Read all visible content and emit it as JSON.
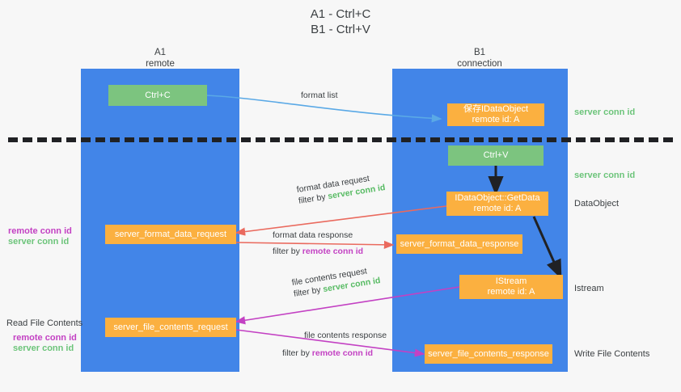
{
  "title": {
    "line1": "A1 - Ctrl+C",
    "line2": "B1 - Ctrl+V"
  },
  "columns": [
    {
      "name": "A1",
      "sub": "remote"
    },
    {
      "name": "B1",
      "sub": "connection"
    }
  ],
  "colors": {
    "lane": "#4285e8",
    "green_box": "#7cc47f",
    "orange_box": "#fbb040",
    "server_conn_id": "#57bb63",
    "remote_conn_id": "#c341c3",
    "divider": "#202124",
    "arrow_blue": "#5aa9e6",
    "arrow_red": "#ea6a5e",
    "arrow_black": "#202124",
    "arrow_magenta": "#c341c3"
  },
  "nodes": {
    "ctrl_c": {
      "label": "Ctrl+C"
    },
    "ctrl_v": {
      "label": "Ctrl+V"
    },
    "save_dataobject": {
      "line1": "保存IDataObject",
      "line2": "remote id: A"
    },
    "getdata": {
      "line1": "IDataObject::GetData",
      "line2": "remote id: A"
    },
    "istream": {
      "line1": "IStream",
      "line2": "remote id: A"
    },
    "server_format_data_request": {
      "label": "server_format_data_request"
    },
    "server_format_data_response": {
      "label": "server_format_data_response"
    },
    "server_file_contents_request": {
      "label": "server_file_contents_request"
    },
    "server_file_contents_response": {
      "label": "server_file_contents_response"
    }
  },
  "edges": {
    "format_list": {
      "label": "format list"
    },
    "format_data_request": {
      "line1": "format data request",
      "filter_prefix": "filter by ",
      "filter_key": "server conn id"
    },
    "format_data_response": {
      "line1": "format data response",
      "filter_prefix": "filter by ",
      "filter_key": "remote conn id"
    },
    "file_contents_request": {
      "line1": "file contents request",
      "filter_prefix": "filter by ",
      "filter_key": "server conn id"
    },
    "file_contents_response": {
      "line1": "file contents response",
      "filter_prefix": "filter by ",
      "filter_key": "remote conn id"
    }
  },
  "right_labels": {
    "server_conn_id_top": "server conn id",
    "server_conn_id_mid": "server conn id",
    "dataobject": "DataObject",
    "istream": "Istream",
    "write_file_contents": "Write File Contents"
  },
  "left_labels": {
    "remote_conn_id_1": "remote conn id",
    "server_conn_id_1": "server conn id",
    "read_file_contents": "Read File Contents",
    "remote_conn_id_2": "remote conn id",
    "server_conn_id_2": "server conn id"
  }
}
